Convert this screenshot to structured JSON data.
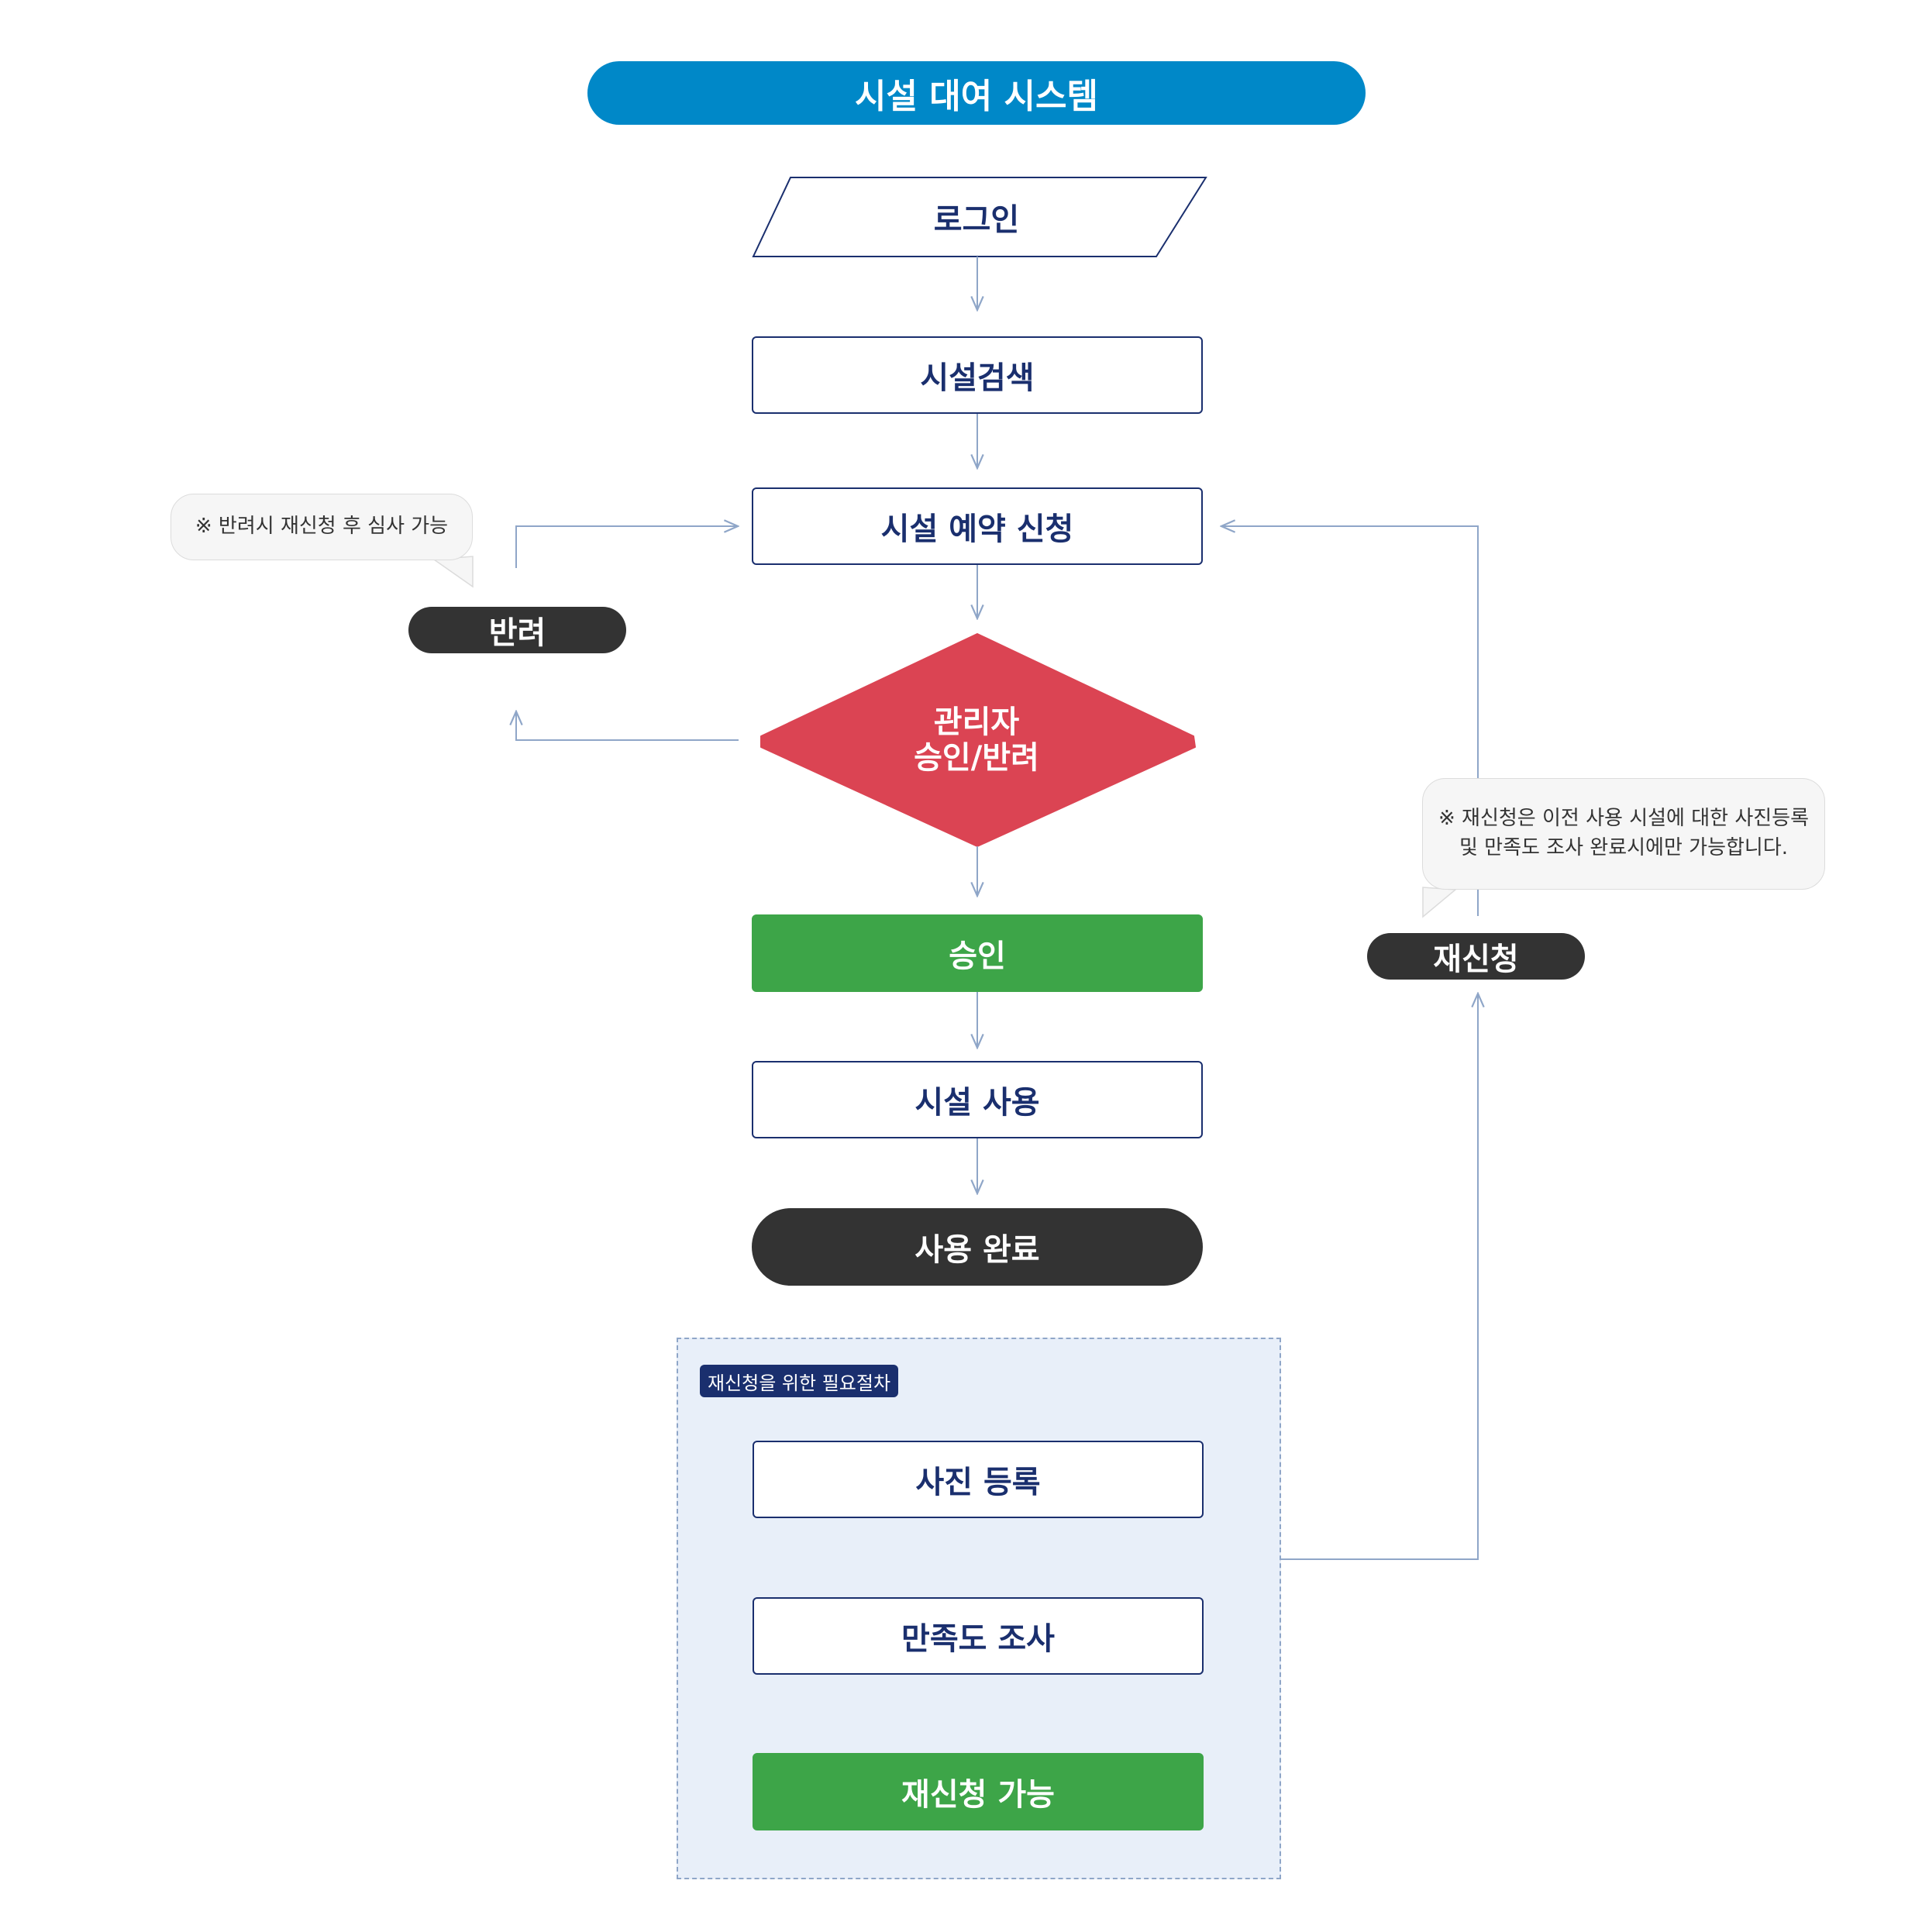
{
  "title": "시설 대여 시스템",
  "steps": {
    "login": "로그인",
    "search": "시설검색",
    "reserve": "시설 예약 신청",
    "decision_line1": "관리자",
    "decision_line2": "승인/반려",
    "approve": "승인",
    "use": "시설 사용",
    "done": "사용 완료"
  },
  "reject": {
    "label": "반려",
    "note": "※ 반려시 재신청 후 심사 가능"
  },
  "reapply": {
    "label": "재신청",
    "note_line1": "※ 재신청은 이전 사용 시설에 대한 사진등록",
    "note_line2": "및 만족도 조사 완료시에만 가능합니다."
  },
  "procedure": {
    "tag": "재신청을 위한 필요절차",
    "photo": "사진 등록",
    "survey": "만족도 조사",
    "possible": "재신청 가능"
  },
  "colors": {
    "header": "#0088c8",
    "box_border": "#1a2f6e",
    "decision": "#db4453",
    "approve": "#3da548",
    "dark": "#333333",
    "connector": "#8fa6c8",
    "section_fill": "#e8eff9"
  }
}
